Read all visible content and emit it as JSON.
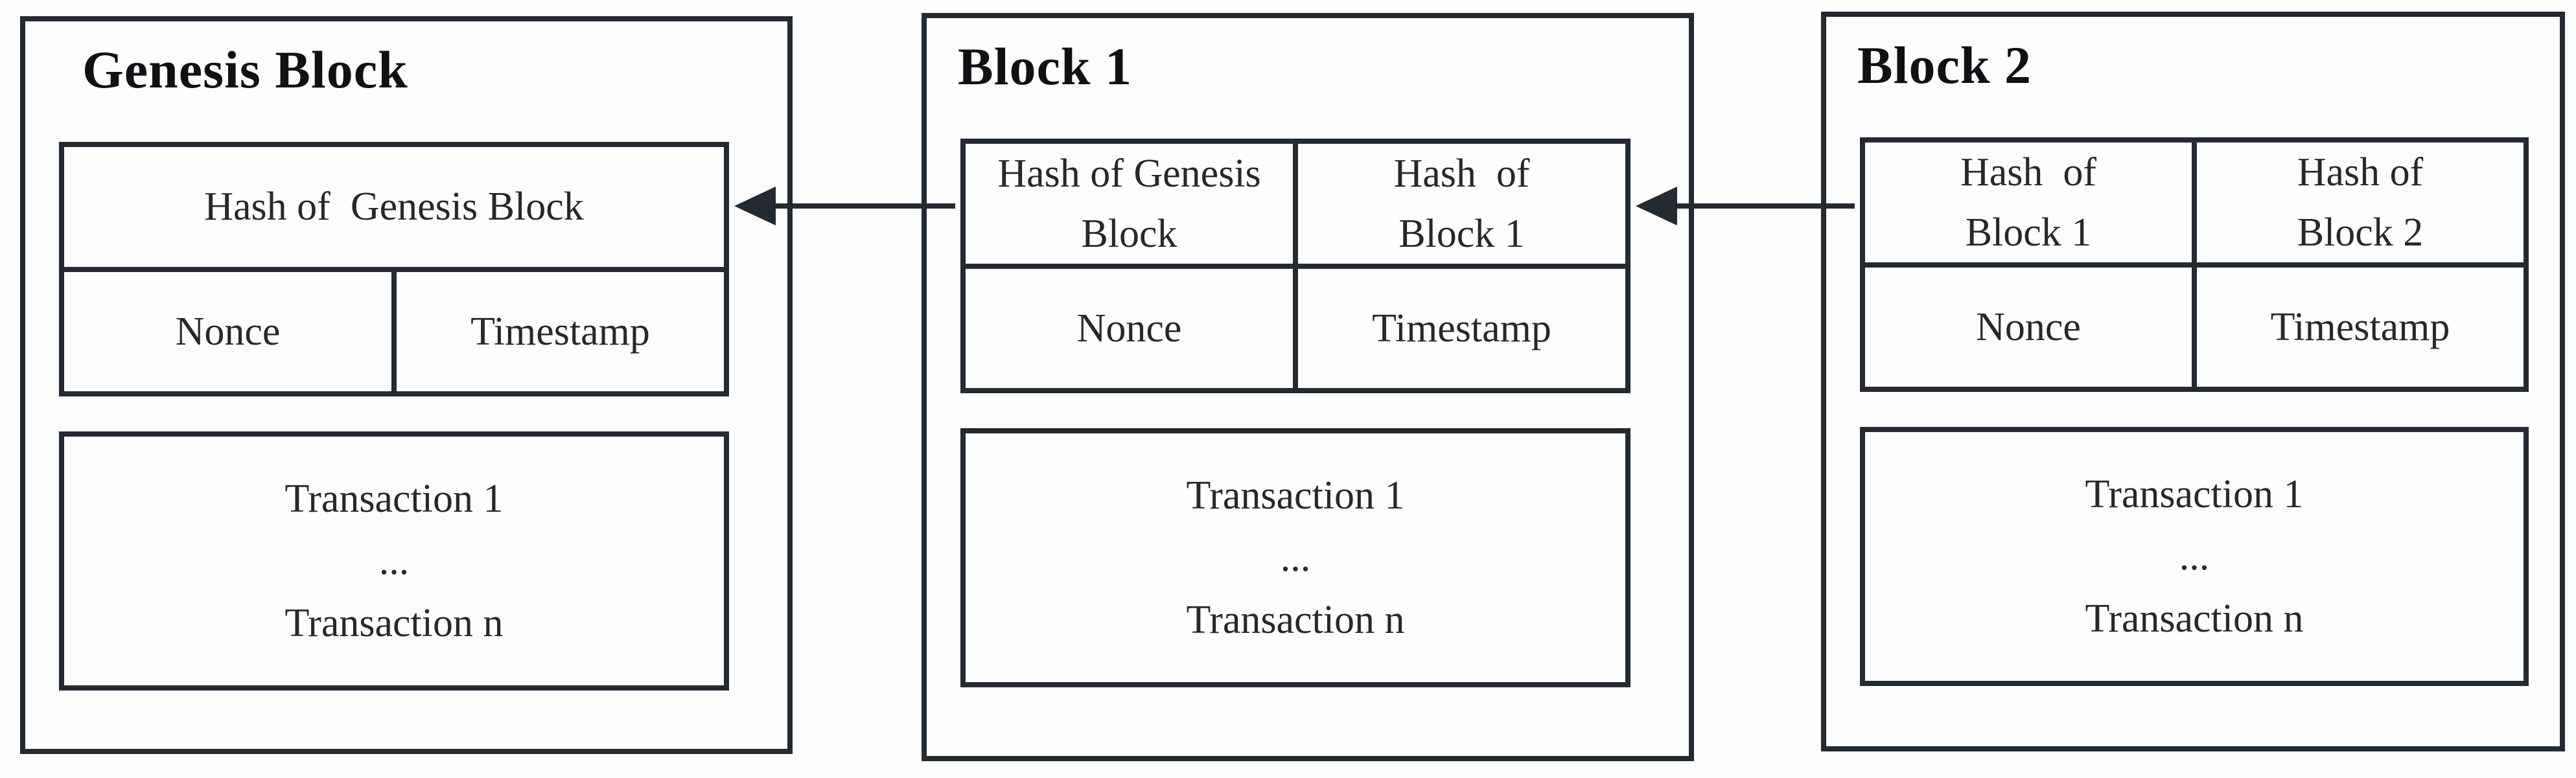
{
  "colors": {
    "line": "#242a31",
    "text": "#26282b",
    "title": "#101114",
    "bg": "#fdfdfd"
  },
  "blocks": [
    {
      "title": "Genesis Block",
      "hash_cells": [
        "Hash of  Genesis Block"
      ],
      "nonce_label": "Nonce",
      "timestamp_label": "Timestamp",
      "transactions": "Transaction 1\n...\nTransaction n"
    },
    {
      "title": "Block 1",
      "hash_cells": [
        "Hash of Genesis\nBlock",
        "Hash  of\nBlock 1"
      ],
      "nonce_label": "Nonce",
      "timestamp_label": "Timestamp",
      "transactions": "Transaction 1\n...\nTransaction n"
    },
    {
      "title": "Block 2",
      "hash_cells": [
        "Hash  of\nBlock 1",
        "Hash of\nBlock 2"
      ],
      "nonce_label": "Nonce",
      "timestamp_label": "Timestamp",
      "transactions": "Transaction 1\n...\nTransaction n"
    }
  ],
  "arrows": [
    {
      "name": "block1-to-genesis",
      "direction": "left"
    },
    {
      "name": "block2-to-block1",
      "direction": "left"
    }
  ]
}
